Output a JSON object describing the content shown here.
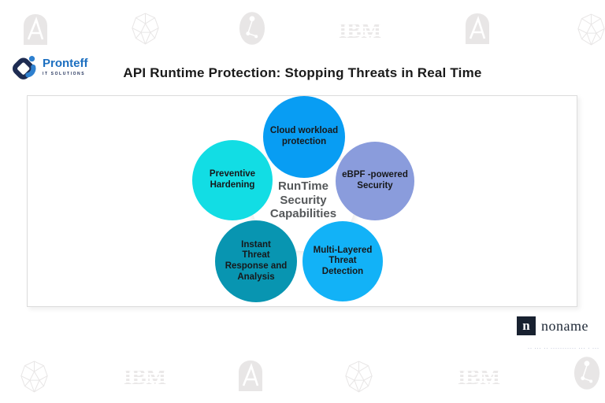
{
  "brand": {
    "logo_text": "Pronteff",
    "logo_subtext": "IT SOLUTIONS",
    "logo_text_color": "#1c6fc0",
    "logo_mark_navy": "#1e2c52",
    "logo_mark_blue": "#2e80cf"
  },
  "title": "API Runtime Protection: Stopping Threats in Real Time",
  "diagram": {
    "center_label": "RunTime\nSecurity\nCapabilities",
    "center_text_color": "#55585a",
    "label_text_color": "#17181a",
    "circles": [
      {
        "name": "cloud-workload-protection",
        "label": "Cloud workload\nprotection",
        "color": "#089df3"
      },
      {
        "name": "preventive-hardening",
        "label": "Preventive\nHardening",
        "color": "#12dde4"
      },
      {
        "name": "ebpf-powered-security",
        "label": "eBPF -powered\nSecurity",
        "color": "#8a9cdc"
      },
      {
        "name": "instant-threat-response-and-analysis",
        "label": "Instant\nThreat\nResponse and\nAnalysis",
        "color": "#0895b1"
      },
      {
        "name": "multi-layered-threat-detection",
        "label": "Multi-Layered\nThreat\nDetection",
        "color": "#12b2f7"
      }
    ]
  },
  "footer_brand": {
    "mark_letter": "n",
    "name": "noname",
    "square_color": "#182130",
    "text_color": "#1f2937"
  },
  "fine_print": "·· ··· ·· ··········· ··· · ···",
  "watermarks": {
    "color": "#e8e6e6",
    "ibm_label": "IBM",
    "top": [
      "arch-a",
      "geodesic",
      "molecule",
      "ibm",
      "arch-a",
      "geodesic"
    ],
    "bottom": [
      "geodesic",
      "ibm",
      "arch-a",
      "geodesic",
      "ibm",
      "molecule"
    ]
  }
}
